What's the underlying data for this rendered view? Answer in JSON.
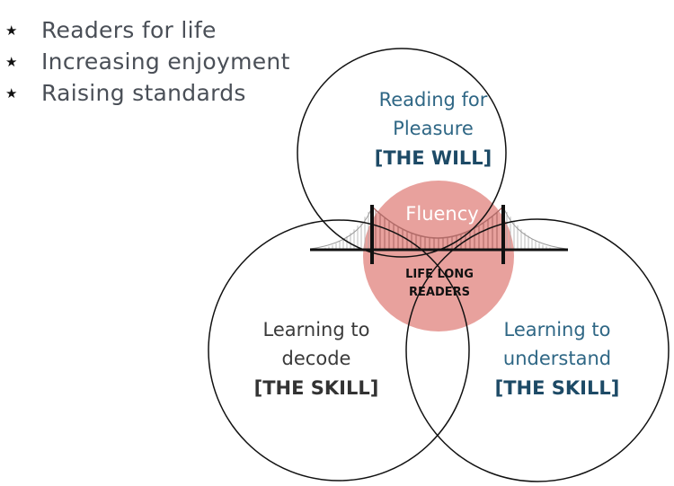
{
  "bullets": [
    {
      "icon": "star-icon",
      "text": "Readers for life"
    },
    {
      "icon": "star-icon",
      "text": "Increasing enjoyment"
    },
    {
      "icon": "star-icon",
      "text": "Raising standards"
    }
  ],
  "circles": {
    "top": {
      "line1": "Reading for",
      "line2": "Pleasure",
      "tag": "[THE WILL]"
    },
    "left": {
      "line1": "Learning to",
      "line2": "decode",
      "tag": "[THE SKILL]"
    },
    "right": {
      "line1": "Learning to",
      "line2": "understand",
      "tag": "[THE SKILL]"
    }
  },
  "center": {
    "title": "Fluency",
    "line1": "LIFE LONG",
    "line2": "READERS"
  },
  "colors": {
    "pink": "#e8a19d",
    "teal": "#2f6785",
    "navy": "#1d4a66"
  }
}
